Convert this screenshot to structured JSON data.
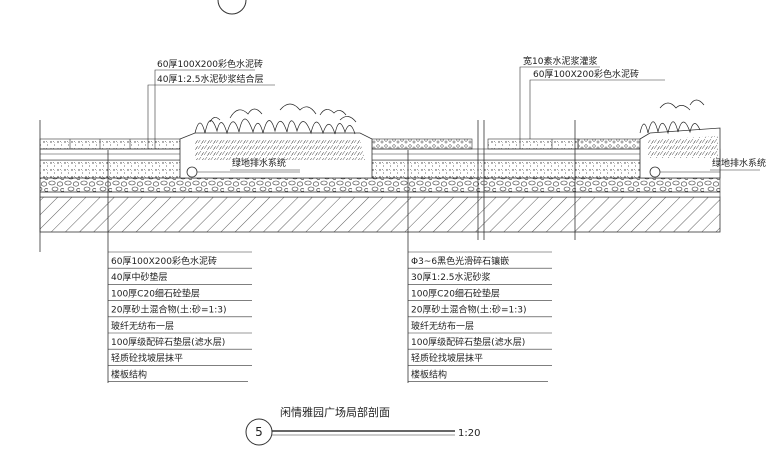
{
  "drawing": {
    "callouts_top_left": [
      "60厚100X200彩色水泥砖",
      "40厚1:2.5水泥砂浆结合层"
    ],
    "callouts_top_right": [
      "宽10素水泥浆灌浆",
      "60厚100X200彩色水泥砖"
    ],
    "drain_label_left": "绿地排水系统",
    "drain_label_right": "绿地排水系统",
    "layers_left": [
      "60厚100X200彩色水泥砖",
      "40厚中砂垫层",
      "100厚C20细石砼垫层",
      "20厚砂土混合物(土:砂=1:3)",
      "玻纤无纺布一层",
      "100厚级配碎石垫层(滤水层)",
      "轻质砼找坡层抹平",
      "楼板结构"
    ],
    "layers_right": [
      "Φ3~6黑色光滑碎石镶嵌",
      "30厚1:2.5水泥砂浆",
      "100厚C20细石砼垫层",
      "20厚砂土混合物(土:砂=1:3)",
      "玻纤无纺布一层",
      "100厚级配碎石垫层(滤水层)",
      "轻质砼找坡层抹平",
      "楼板结构"
    ],
    "title": "闲情雅园广场局部剖面",
    "detail_number": "5",
    "scale": "1:20"
  }
}
